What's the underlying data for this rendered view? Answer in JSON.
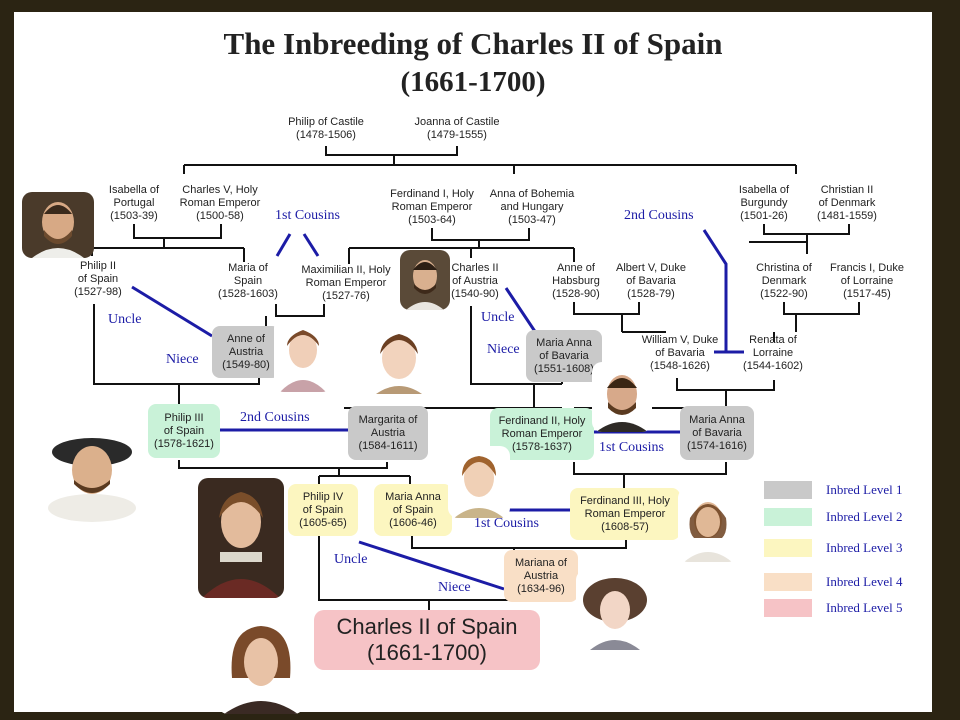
{
  "title": "The Inbreeding of Charles II of Spain",
  "subtitle": "(1661-1700)",
  "people": {
    "philip_castile": "Philip of Castile\n(1478-1506)",
    "joanna_castile": "Joanna of Castile\n(1479-1555)",
    "isabella_portugal": "Isabella of\nPortugal\n(1503-39)",
    "charles_v": "Charles V, Holy\nRoman Emperor\n(1500-58)",
    "ferdinand_i": "Ferdinand I, Holy\nRoman Emperor\n(1503-64)",
    "anna_bohemia": "Anna of Bohemia\nand Hungary\n(1503-47)",
    "isabella_burgundy": "Isabella of\nBurgundy\n(1501-26)",
    "christian_ii": "Christian II\nof Denmark\n(1481-1559)",
    "philip_ii": "Philip II\nof Spain\n(1527-98)",
    "maria_spain": "Maria of\nSpain\n(1528-1603)",
    "maximilian_ii": "Maximilian II, Holy\nRoman Emperor\n(1527-76)",
    "charles_ii_austria": "Charles II\nof Austria\n(1540-90)",
    "anne_habsburg": "Anne of\nHabsburg\n(1528-90)",
    "albert_v": "Albert V, Duke\nof Bavaria\n(1528-79)",
    "christina_denmark": "Christina of\nDenmark\n(1522-90)",
    "francis_i": "Francis I, Duke\nof Lorraine\n(1517-45)",
    "anne_austria": "Anne of\nAustria\n(1549-80)",
    "maria_anna_bavaria_1": "Maria Anna\nof Bavaria\n(1551-1608)",
    "william_v": "William V, Duke\nof Bavaria\n(1548-1626)",
    "renata_lorraine": "Renata of\nLorraine\n(1544-1602)",
    "philip_iii": "Philip III\nof Spain\n(1578-1621)",
    "margarita_austria": "Margarita of\nAustria\n(1584-1611)",
    "ferdinand_ii": "Ferdinand II, Holy\nRoman Emperor\n(1578-1637)",
    "maria_anna_bavaria_2": "Maria Anna\nof Bavaria\n(1574-1616)",
    "philip_iv": "Philip IV\nof Spain\n(1605-65)",
    "maria_anna_spain": "Maria Anna\nof Spain\n(1606-46)",
    "ferdinand_iii": "Ferdinand III, Holy\nRoman Emperor\n(1608-57)",
    "mariana_austria": "Mariana of\nAustria\n(1634-96)",
    "charles_ii_spain": "Charles II of Spain\n(1661-1700)"
  },
  "relations": {
    "first_cousins_a": "1st Cousins",
    "second_cousins_a": "2nd Cousins",
    "uncle_a": "Uncle",
    "niece_a": "Niece",
    "uncle_b": "Uncle",
    "niece_b": "Niece",
    "second_cousins_b": "2nd Cousins",
    "first_cousins_b": "1st Cousins",
    "first_cousins_c": "1st Cousins",
    "uncle_c": "Uncle",
    "niece_c": "Niece"
  },
  "legend": [
    {
      "label": "Inbred Level 1",
      "color": "#c9c9c9"
    },
    {
      "label": "Inbred Level 2",
      "color": "#c9f2d8"
    },
    {
      "label": "Inbred Level 3",
      "color": "#fcf6c0"
    },
    {
      "label": "Inbred Level 4",
      "color": "#f9dfc6"
    },
    {
      "label": "Inbred Level 5",
      "color": "#f6c3c6"
    }
  ],
  "colors": {
    "relation_line": "#1c1ca6",
    "tree_line": "#111111",
    "border": "#2b2413"
  }
}
